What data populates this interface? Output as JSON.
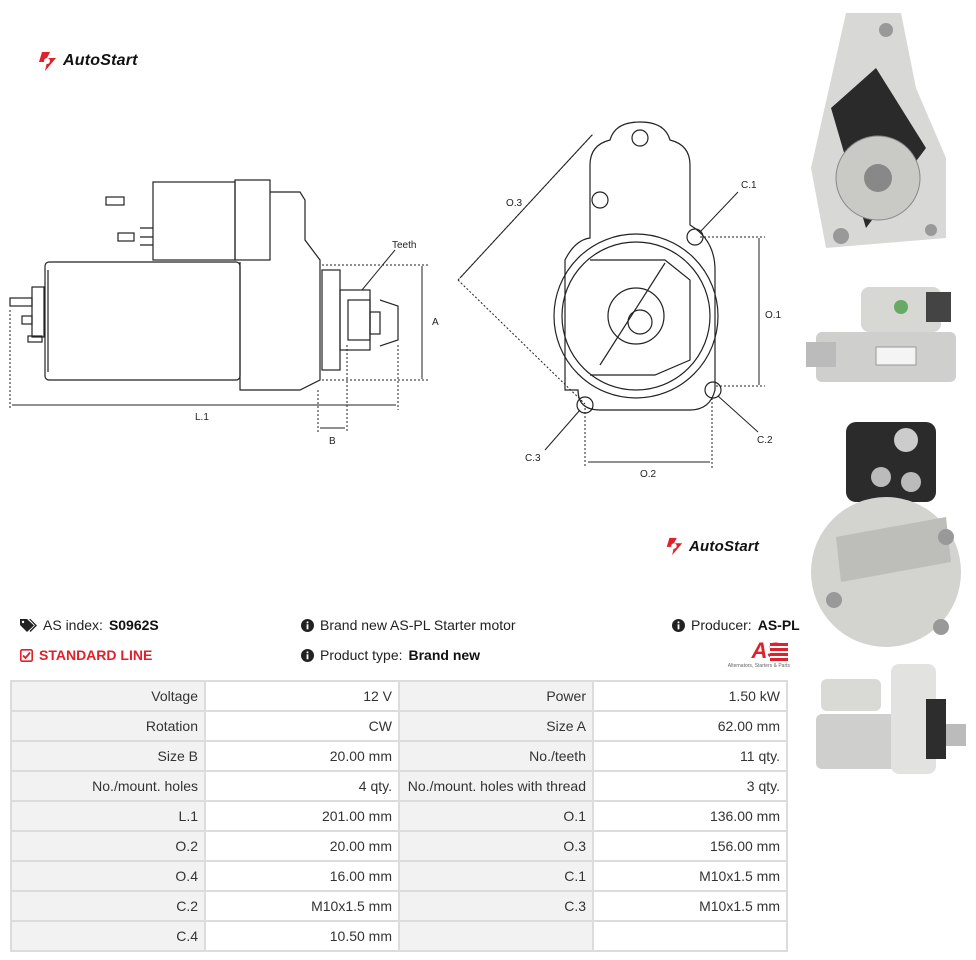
{
  "brand": {
    "name": "AutoStart"
  },
  "diagram_labels": {
    "teeth": "Teeth",
    "a": "A",
    "b": "B",
    "l1": "L.1",
    "o1": "O.1",
    "o2": "O.2",
    "o3": "O.3",
    "c1": "C.1",
    "c2": "C.2",
    "c3": "C.3"
  },
  "info": {
    "as_index_label": "AS index:",
    "as_index_value": "S0962S",
    "standard_line": "STANDARD LINE",
    "description": "Brand new AS-PL Starter motor",
    "product_type_label": "Product type:",
    "product_type_value": "Brand new",
    "producer_label": "Producer:",
    "producer_value": "AS-PL",
    "producer_logo_text": "AS",
    "producer_tagline": "Alternators, Starters & Parts"
  },
  "specs": [
    {
      "l1": "Voltage",
      "v1": "12 V",
      "l2": "Power",
      "v2": "1.50 kW"
    },
    {
      "l1": "Rotation",
      "v1": "CW",
      "l2": "Size A",
      "v2": "62.00 mm"
    },
    {
      "l1": "Size B",
      "v1": "20.00 mm",
      "l2": "No./teeth",
      "v2": "11 qty."
    },
    {
      "l1": "No./mount. holes",
      "v1": "4 qty.",
      "l2": "No./mount. holes with thread",
      "v2": "3 qty."
    },
    {
      "l1": "L.1",
      "v1": "201.00 mm",
      "l2": "O.1",
      "v2": "136.00 mm"
    },
    {
      "l1": "O.2",
      "v1": "20.00 mm",
      "l2": "O.3",
      "v2": "156.00 mm"
    },
    {
      "l1": "O.4",
      "v1": "16.00 mm",
      "l2": "C.1",
      "v2": "M10x1.5 mm"
    },
    {
      "l1": "C.2",
      "v1": "M10x1.5 mm",
      "l2": "C.3",
      "v2": "M10x1.5 mm"
    },
    {
      "l1": "C.4",
      "v1": "10.50 mm",
      "l2": "",
      "v2": ""
    }
  ],
  "colors": {
    "brand_red": "#e0202a",
    "table_border": "#dcdcdc",
    "label_bg": "#f2f2f2"
  }
}
